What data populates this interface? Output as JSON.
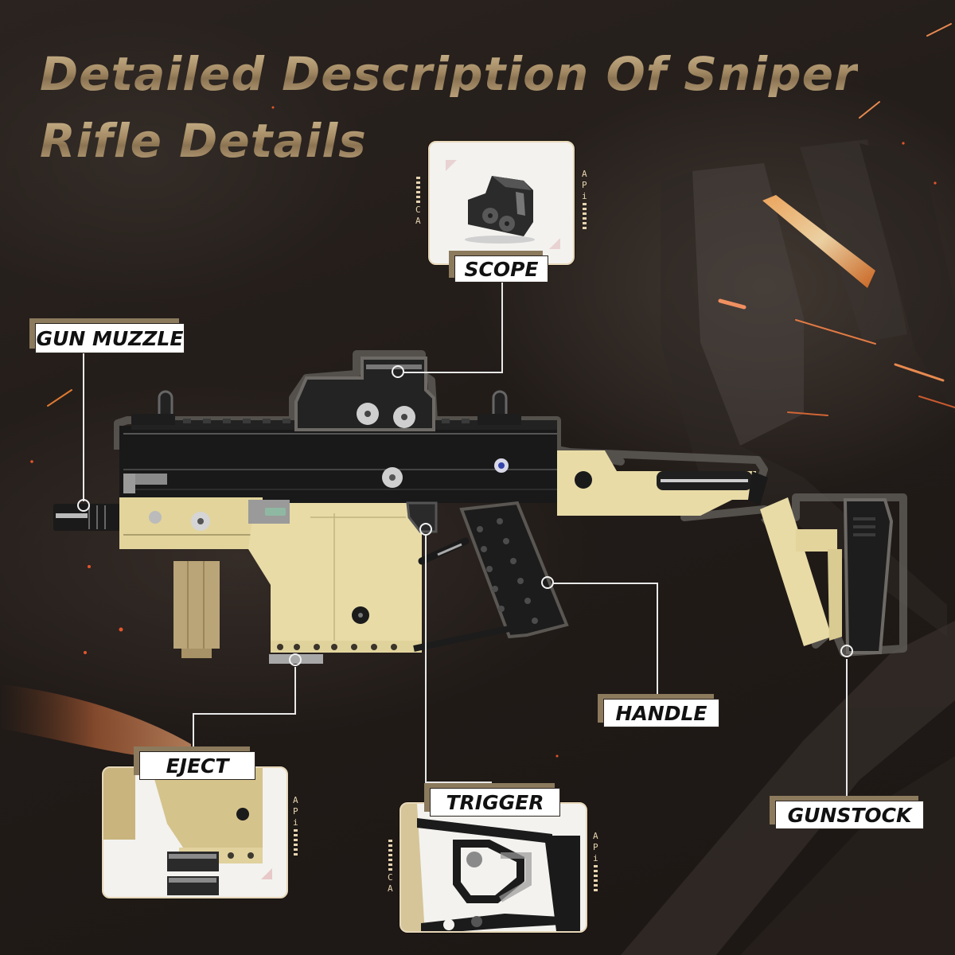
{
  "title": {
    "line1": "Detailed Description Of Sniper",
    "line2": "Rifle Details"
  },
  "callouts": [
    {
      "id": "scope",
      "label": "SCOPE"
    },
    {
      "id": "gun-muzzle",
      "label": "GUN MUZZLE"
    },
    {
      "id": "handle",
      "label": "HANDLE"
    },
    {
      "id": "eject",
      "label": "EJECT"
    },
    {
      "id": "trigger",
      "label": "TRIGGER"
    },
    {
      "id": "gunstock",
      "label": "GUNSTOCK"
    }
  ],
  "panel_side_marks": {
    "left": [
      "C",
      "A"
    ],
    "right": [
      "A",
      "P",
      "i"
    ]
  },
  "colors": {
    "title_gold": "#b39b74",
    "tag_shadow": "#8c7a5d",
    "rifle_tan": "#e6d9a2",
    "rifle_black": "#1a1a1a",
    "panel_frame": "#e7d7b8",
    "leader_line": "#e8e8e8"
  }
}
